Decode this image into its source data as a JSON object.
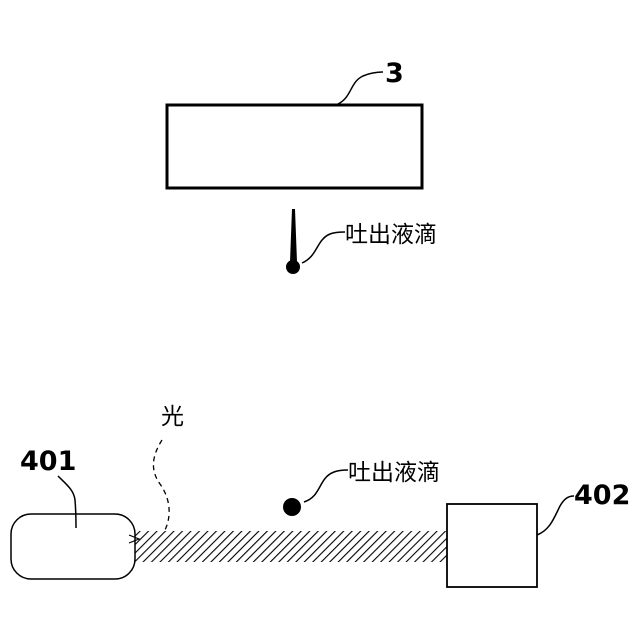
{
  "labels": {
    "head_ref": "3",
    "droplet_label_top": "吐出液滴",
    "light_label": "光",
    "emitter_ref": "401",
    "droplet_label_bottom": "吐出液滴",
    "receiver_ref": "402"
  },
  "colors": {
    "line": "#000000",
    "fill": "#000000",
    "background": "#ffffff"
  }
}
